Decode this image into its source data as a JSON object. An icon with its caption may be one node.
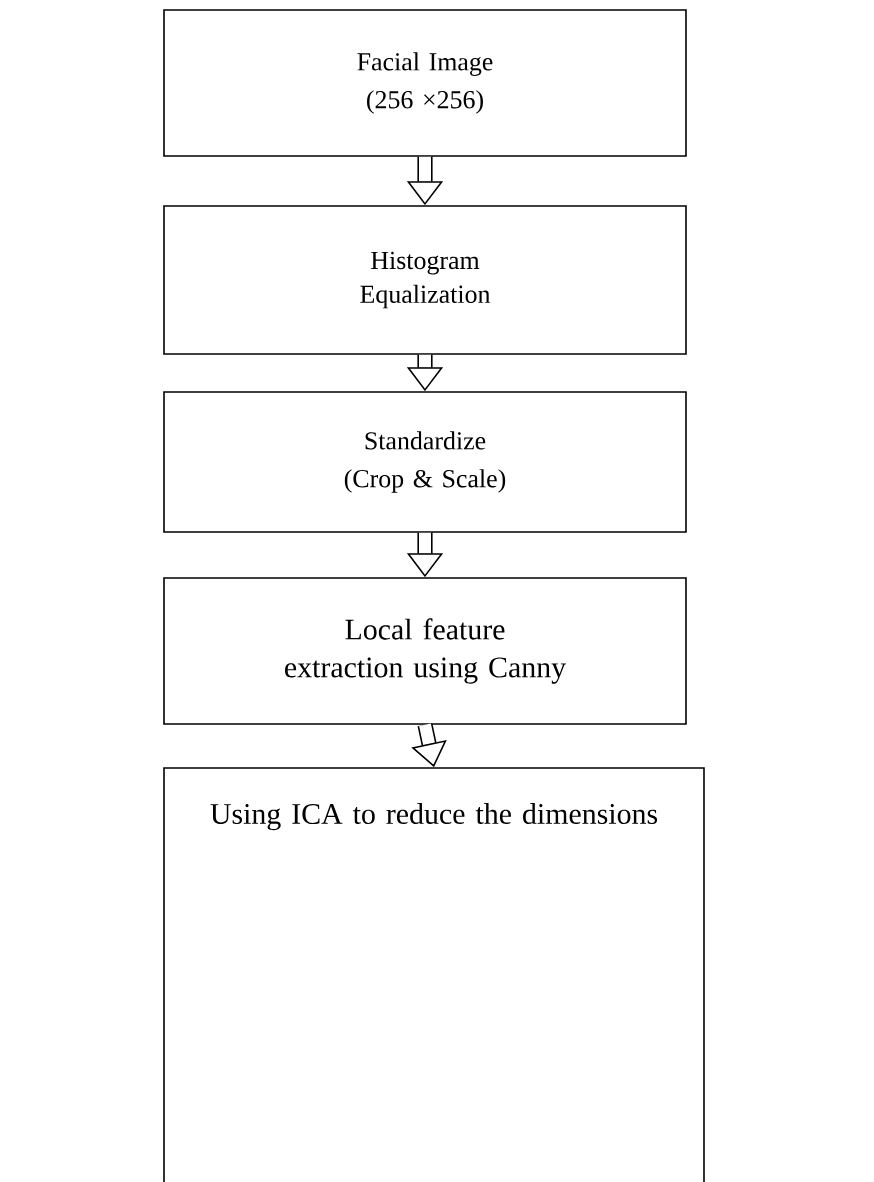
{
  "diagram": {
    "nodes": [
      {
        "text": [
          "Facial Image",
          "(256 ×256)"
        ]
      },
      {
        "text": [
          "Histogram Equalization"
        ]
      },
      {
        "text": [
          "Standardize",
          "(Crop & Scale)"
        ]
      },
      {
        "text": [
          "Local feature extraction using Canny"
        ]
      },
      {
        "text": [
          "Using ICA to reduce the dimensions"
        ]
      }
    ],
    "edges": [
      {
        "from": 0,
        "to": 1,
        "arrow": "to"
      },
      {
        "from": 1,
        "to": 2,
        "arrow": "to"
      },
      {
        "from": 2,
        "to": 3,
        "arrow": "to"
      },
      {
        "from": 3,
        "to": 4,
        "arrow": "to"
      }
    ]
  }
}
